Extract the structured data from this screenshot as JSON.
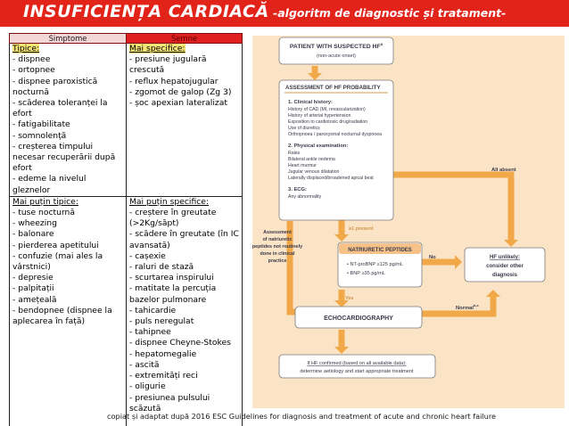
{
  "title": {
    "main": "INSUFICIENȚA CARDIACĂ",
    "sub": " -algoritm de diagnostic și tratament-"
  },
  "table": {
    "headers": [
      "Simptome",
      "Semne"
    ],
    "row1": {
      "left_head": "Tipice:",
      "left_items": [
        "- dispnee",
        "- ortopnee",
        "- dispnee paroxistică nocturnă",
        "- scăderea toleranței la efort",
        "- fatigabilitate",
        "- somnolență",
        "- creșterea timpului necesar recuperării după efort",
        "- edeme la nivelul gleznelor"
      ],
      "right_head": "Mai specifice:",
      "right_items": [
        "- presiune jugulară crescută",
        "- reflux hepatojugular",
        "- zgomot de galop (Zg 3)",
        "- șoc apexian lateralizat"
      ]
    },
    "row2": {
      "left_head": "Mai puțin tipice:",
      "left_items": [
        "- tuse nocturnă",
        "- wheezing",
        "- balonare",
        "- pierderea apetitului",
        "- confuzie (mai ales la vârstnici)",
        "- depresie",
        "- palpitații",
        "- amețeală",
        "- bendopnee (dispnee la aplecarea în față)"
      ],
      "right_head": "Mai puțin specifice:",
      "right_items": [
        "- creștere în greutate (>2Kg/săpt)",
        "- scădere în greutate (în IC avansată)",
        "- cașexie",
        "- raluri de stază",
        "- scurtarea inspirului",
        "- matitate la percuția bazelor pulmonare",
        "- tahicardie",
        "- puls neregulat",
        "- tahipnee",
        "- dispnee Cheyne-Stokes",
        "- hepatomegalie",
        "- ascită",
        "- extremități reci",
        "- oligurie",
        "- presiunea pulsului scăzută"
      ]
    }
  },
  "algorithm": {
    "start_title": "PATIENT WITH SUSPECTED HF",
    "start_title_sup": "a",
    "start_sub": "(non-acute onset)",
    "assessment_title": "ASSESSMENT OF HF PROBABILITY",
    "history_head": "1. Clinical history:",
    "history_items": [
      "History of CAD (MI, revascularization)",
      "History of arterial hypertension",
      "Exposition to cardiotoxic drug/radiation",
      "Use of diuretics",
      "Orthopnoea / paroxysmal nocturnal dyspnoea"
    ],
    "exam_head": "2. Physical examination:",
    "exam_items": [
      "Rales",
      "Bilateral ankle oedema",
      "Heart murmur",
      "Jugular venous dilatation",
      "Laterally displaced/broadened apical beat"
    ],
    "ecg_head": "3. ECG:",
    "ecg_items": [
      "Any abnormality"
    ],
    "all_absent": "All absent",
    "present": "≥1 present",
    "side_note": [
      "Assessment",
      "of natriuretic",
      "peptides not routinely",
      "done in clinical",
      "practice"
    ],
    "np_title": "NATRIURETIC PEPTIDES",
    "np_items": [
      "• NT-proBNP ≥125 pg/mL",
      "• BNP ≥35 pg/mL"
    ],
    "no": "No",
    "yes": "Yes",
    "unlikely": [
      "HF unlikely:",
      "consider other",
      "diagnosis"
    ],
    "echo_title": "ECHOCARDIOGRAPHY",
    "normal": "Normal",
    "normal_sup": "b,c",
    "confirm_line1": "If HF confirmed (based on all available data):",
    "confirm_line2": "determine aetiology and start appropriate treatment",
    "colors": {
      "background": "#fbe4c6",
      "arrow": "#f0a848",
      "box_fill": "#ffffff",
      "box_border": "#7a7a7a",
      "text": "#3a3a4a"
    }
  },
  "footer": "copiat și adaptat  după 2016 ESC Guidelines for diagnosis and treatment of acute and chronic heart failure"
}
